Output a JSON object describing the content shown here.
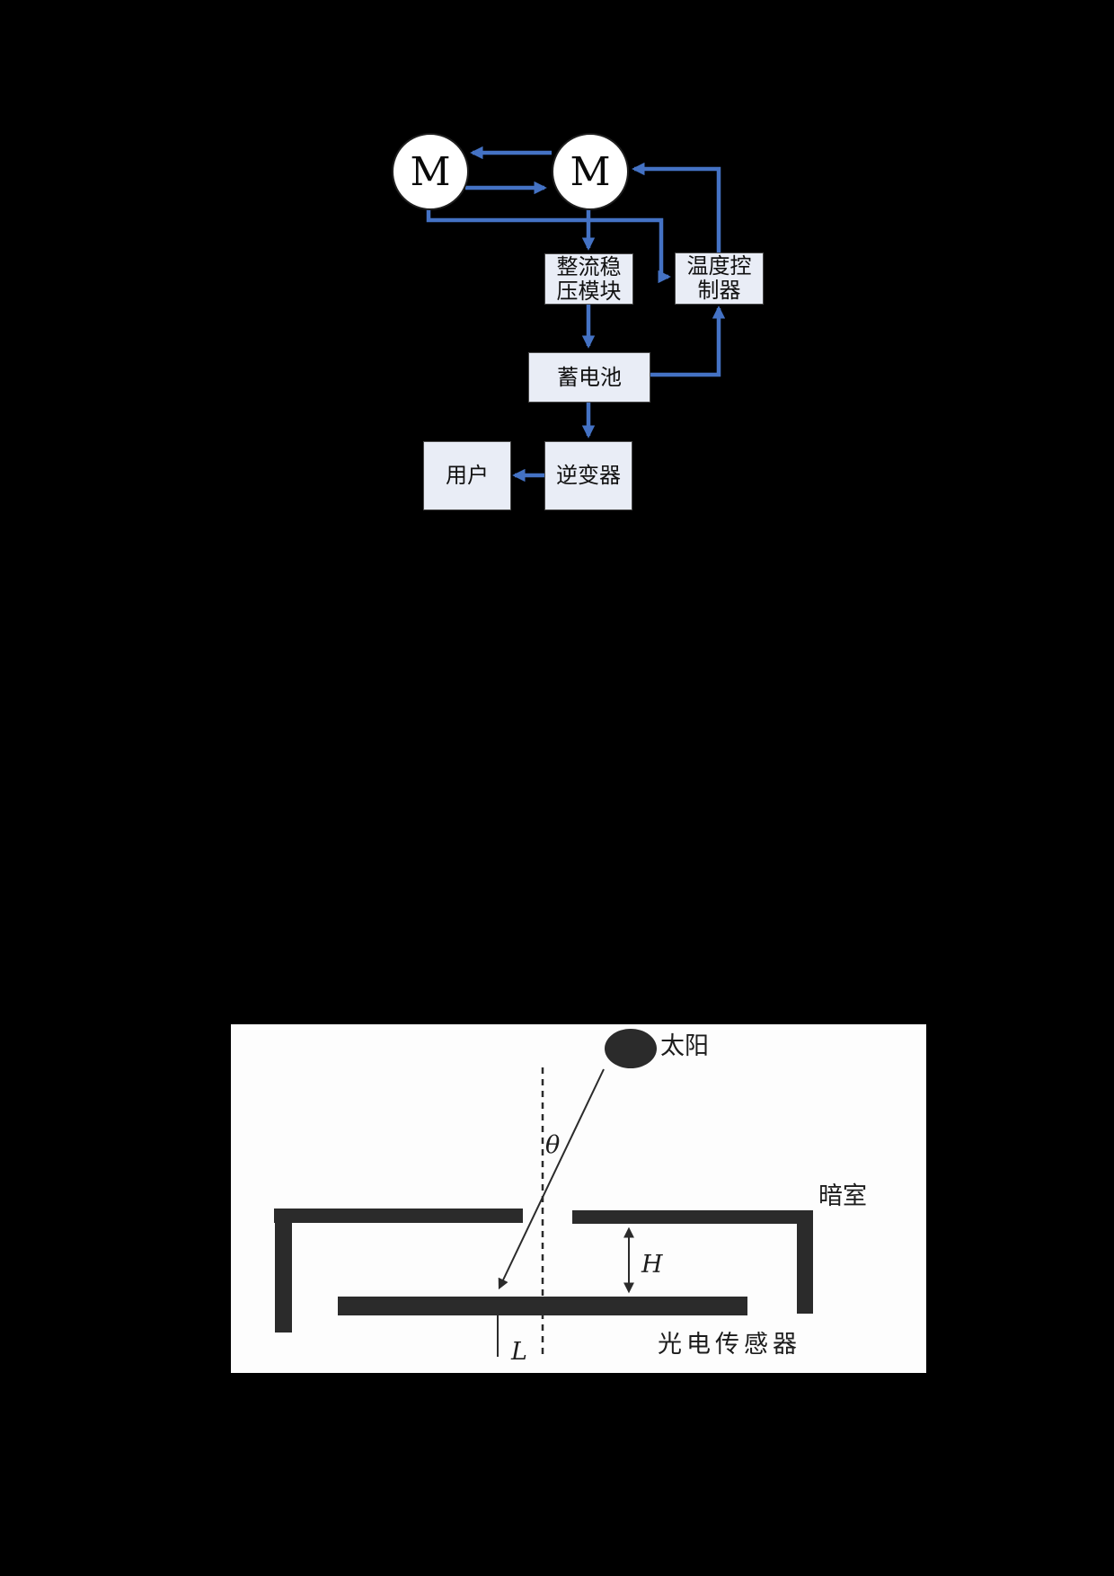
{
  "flowchart": {
    "nodes": {
      "motor_left": {
        "label": "M"
      },
      "motor_right": {
        "label": "M"
      },
      "rectifier": {
        "line1": "整流稳",
        "line2": "压模块"
      },
      "temp_controller": {
        "line1": "温度控",
        "line2": "制器"
      },
      "battery": {
        "label": "蓄电池"
      },
      "inverter": {
        "label": "逆变器"
      },
      "user": {
        "label": "用户"
      }
    },
    "colors": {
      "arrow": "#4472c4",
      "box_fill": "#e9edf6",
      "box_border": "#4a4a4a",
      "node_fill": "#ffffff"
    }
  },
  "sun_diagram": {
    "sun_label": "太阳",
    "darkroom_label": "暗室",
    "sensor_label": "光电传感器",
    "angle_label": "θ",
    "height_label": "H",
    "distance_label": "L",
    "colors": {
      "ink": "#2b2b2b",
      "panel": "#fdfdfd"
    }
  }
}
